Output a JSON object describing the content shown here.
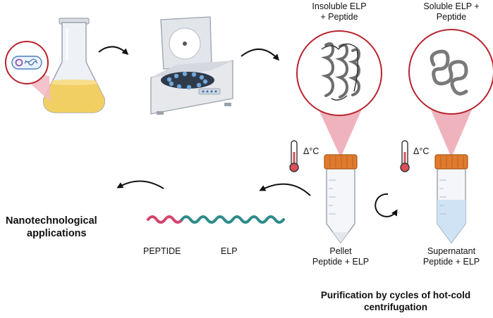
{
  "labels": {
    "insoluble": [
      "Insoluble ELP",
      "+ Peptide"
    ],
    "soluble": [
      "Soluble ELP +",
      "Peptide"
    ],
    "delta_left": "Δ°C",
    "delta_right": "Δ°C",
    "pellet": [
      "Pellet",
      "Peptide + ELP"
    ],
    "supernatant": [
      "Supernatant",
      "Peptide + ELP"
    ],
    "peptide": "PEPTIDE",
    "elp": "ELP",
    "applications": [
      "Nanotechnological",
      "applications"
    ],
    "purification": [
      "Purification by cycles of hot-cold",
      "centrifugation"
    ]
  },
  "colors": {
    "medium": "#f2cf63",
    "flask_glass": "#e9eef3",
    "tube_cap": "#e07b2e",
    "supernatant": "#cfe3f5",
    "peptide_wave": "#d6436e",
    "elp_wave": "#2e8b8b",
    "zoom_cone": "#efb3bd",
    "thermometer": "#d9505a",
    "centrifuge_body": "#e6e8ec"
  },
  "icons": [
    "erlenmeyer-flask-icon",
    "bacteria-icon",
    "centrifuge-icon",
    "aggregated-protein-icon",
    "coiled-protein-icon",
    "thermometer-icon",
    "falcon-tube-icon",
    "cycle-arrow-icon"
  ]
}
